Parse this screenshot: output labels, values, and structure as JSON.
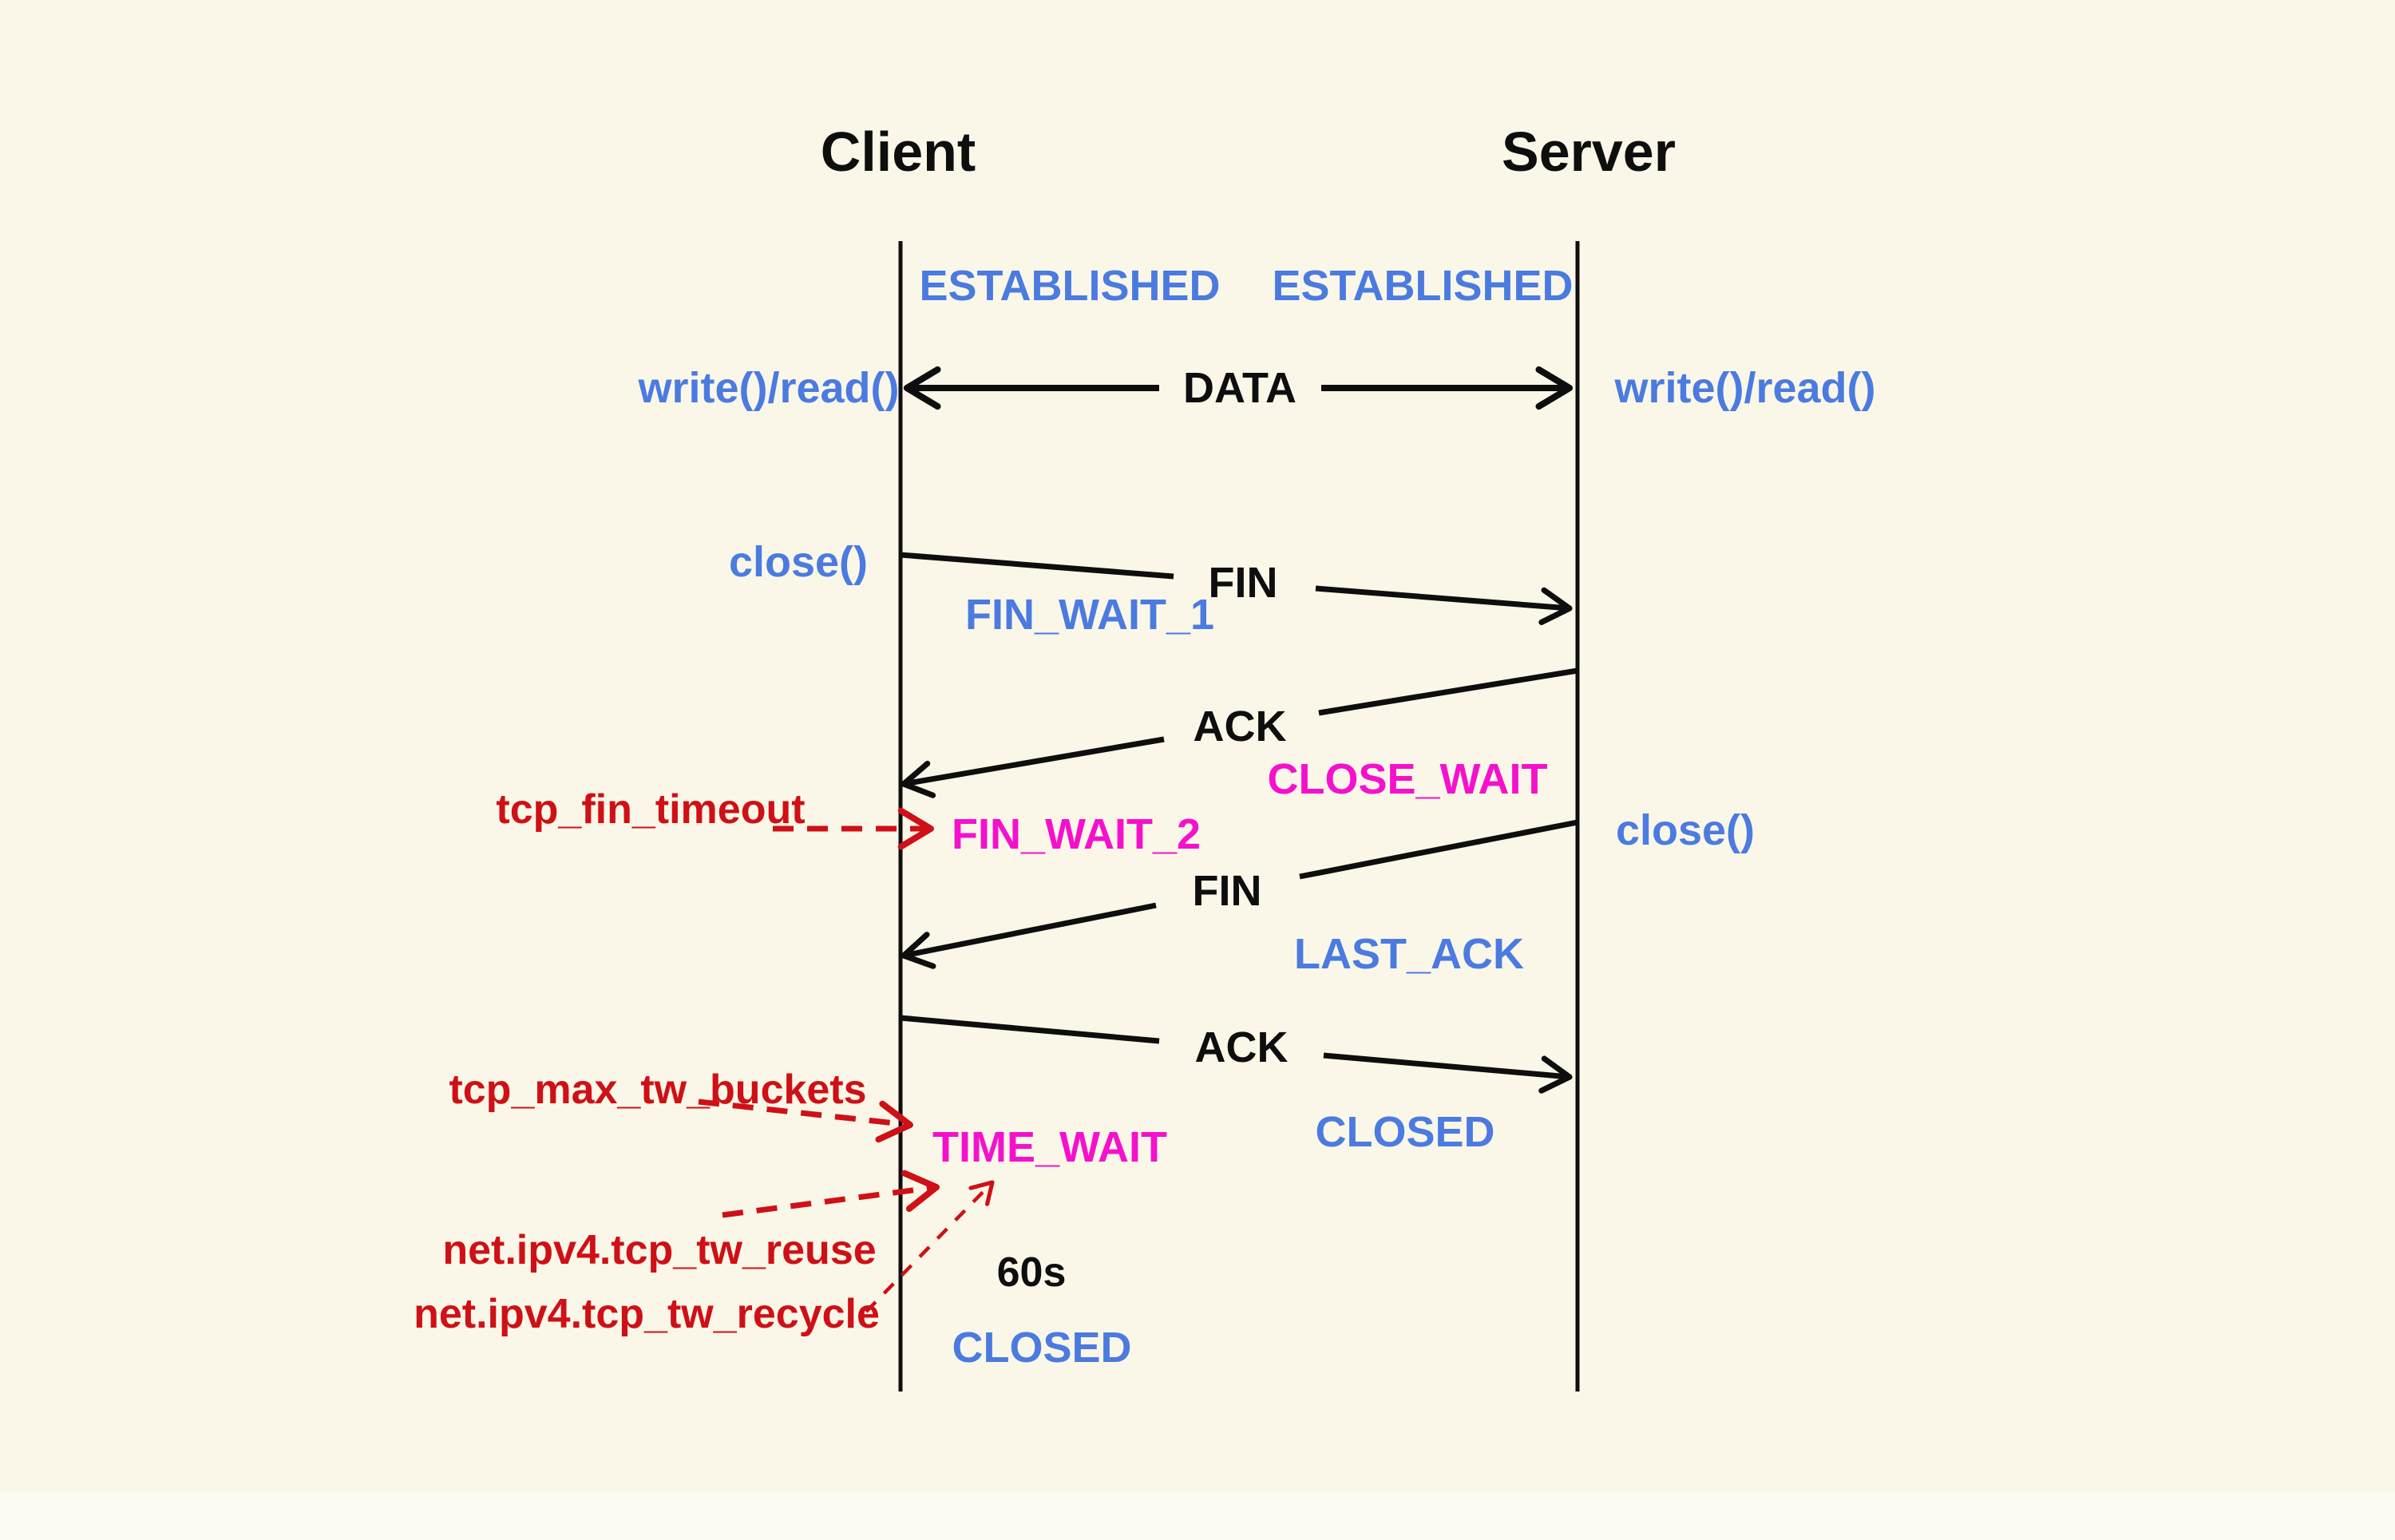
{
  "colors": {
    "bg": "#faf7e8",
    "bg-footer": "#fcfbf1",
    "ink": "#0e0e0e",
    "blue": "#4b7be0",
    "magenta": "#f511cb",
    "red": "#cf1016"
  },
  "lifelines": {
    "client": {
      "title": "Client"
    },
    "server": {
      "title": "Server"
    }
  },
  "client": {
    "established": "ESTABLISHED",
    "write_read": "write()/read()",
    "close": "close()",
    "fin_wait_1": "FIN_WAIT_1",
    "fin_wait_2": "FIN_WAIT_2",
    "time_wait": "TIME_WAIT",
    "closed": "CLOSED"
  },
  "server": {
    "established": "ESTABLISHED",
    "write_read": "write()/read()",
    "close": "close()",
    "close_wait": "CLOSE_WAIT",
    "last_ack": "LAST_ACK",
    "closed": "CLOSED"
  },
  "messages": {
    "data": "DATA",
    "fin_1": "FIN",
    "ack_1": "ACK",
    "fin_2": "FIN",
    "ack_2": "ACK"
  },
  "tunables": {
    "tcp_fin_timeout": "tcp_fin_timeout",
    "tcp_max_tw_buckets": "tcp_max_tw_buckets",
    "tcp_tw_reuse": "net.ipv4.tcp_tw_reuse",
    "tcp_tw_recycle": "net.ipv4.tcp_tw_recycle"
  },
  "timer": {
    "time_wait_duration": "60s"
  }
}
